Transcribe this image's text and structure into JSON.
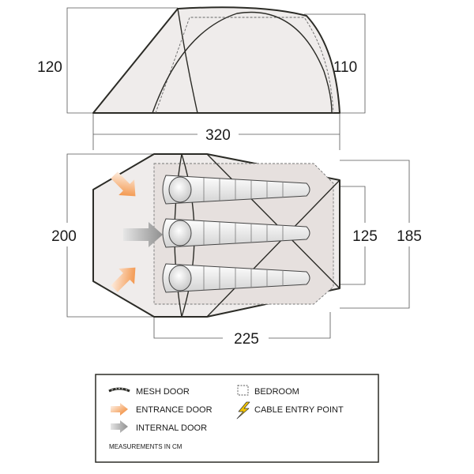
{
  "dimensions": {
    "front_height": "120",
    "rear_height": "110",
    "total_length": "320",
    "total_width": "200",
    "inner_width_rear": "125",
    "outer_width_rear": "185",
    "inner_length": "225"
  },
  "legend": {
    "mesh_door": "MESH DOOR",
    "entrance_door": "ENTRANCE DOOR",
    "internal_door": "INTERNAL DOOR",
    "bedroom": "BEDROOM",
    "cable_entry_point": "CABLE ENTRY POINT",
    "note": "MEASUREMENTS IN CM"
  },
  "colors": {
    "tent_fill": "#efeceb",
    "bedroom_fill": "#e6e0de",
    "outline": "#2b2b26",
    "entrance_arrow": "#f07c1f",
    "internal_arrow": "#9a9a9a",
    "cable_icon": "#f2c400"
  },
  "icons": {
    "mesh_door": "mesh-door-icon",
    "entrance_door": "orange-arrow-icon",
    "internal_door": "grey-arrow-icon",
    "bedroom": "dashed-square-icon",
    "cable_entry_point": "lightning-bolt-icon"
  }
}
